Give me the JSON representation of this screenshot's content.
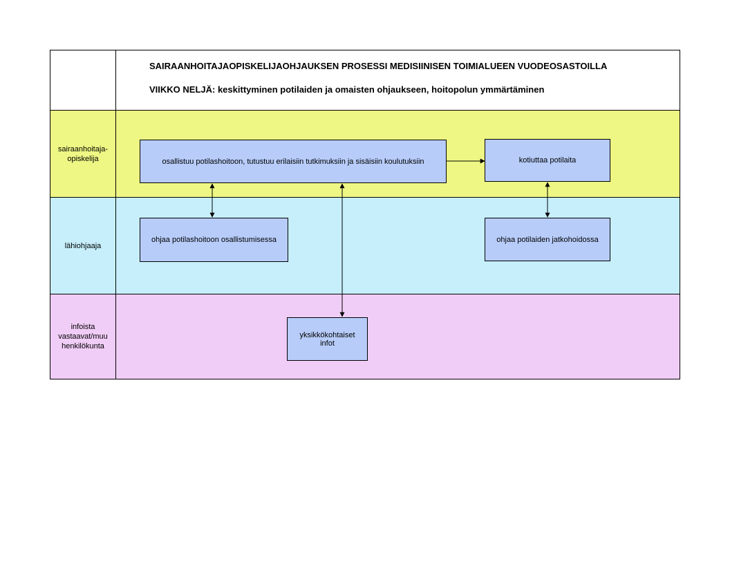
{
  "header": {
    "title": "SAIRAANHOITAJAOPISKELIJAOHJAUKSEN PROSESSI MEDISIINISEN TOIMIALUEEN VUODEOSASTOILLA",
    "subtitle": "VIIKKO NELJÄ: keskittyminen potilaiden ja omaisten ohjaukseen, hoitopolun ymmärtäminen"
  },
  "lanes": [
    {
      "label": "sairaanhoitaja-opiskelija",
      "color": "#eef784"
    },
    {
      "label": "lähiohjaaja",
      "color": "#c6effb"
    },
    {
      "label": "infoista vastaavat/muu henkilökunta",
      "color": "#f0cdf6"
    }
  ],
  "boxes": {
    "participates": "osallistuu potilashoitoon, tutustuu erilaisiin tutkimuksiin ja sisäisiin koulutuksiin",
    "discharges": "kotiuttaa potilaita",
    "guides_care": "ohjaa potilashoitoon osallistumisessa",
    "guides_followup": "ohjaa potilaiden jatkohoidossa",
    "unit_info": "yksikkökohtaiset infot"
  },
  "colors": {
    "box_fill": "#b7ccf9",
    "line": "#000000"
  }
}
